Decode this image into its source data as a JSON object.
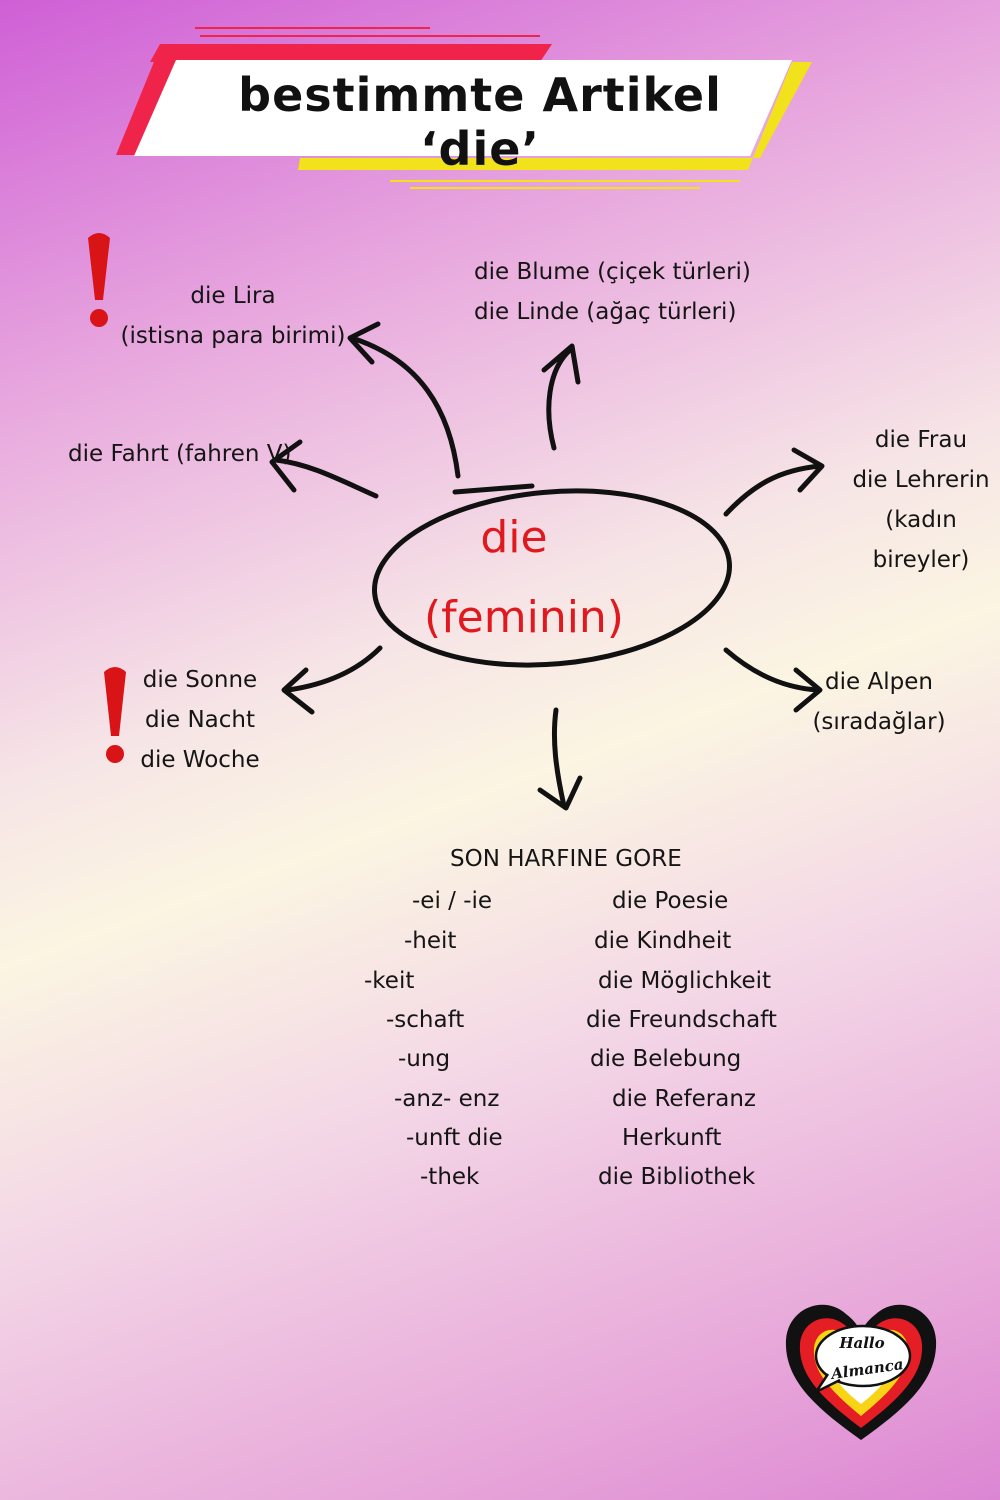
{
  "title": "bestimmte Artikel ‘die’",
  "center": {
    "article": "die",
    "gender": "(feminin)"
  },
  "nodes": {
    "lira": {
      "line1": "die Lira",
      "line2": "(istisna para birimi)"
    },
    "blume": {
      "line1": "die Blume (çiçek türleri)",
      "line2": "die Linde (ağaç türleri)"
    },
    "fahrt": {
      "line1": "die Fahrt (fahren V)"
    },
    "frau": {
      "line1": "die Frau",
      "line2": "die Lehrerin",
      "line3": "(kadın",
      "line4": "bireyler)"
    },
    "sonne": {
      "line1": "die Sonne",
      "line2": "die Nacht",
      "line3": "die Woche"
    },
    "alpen": {
      "line1": "die Alpen",
      "line2": "(sıradağlar)"
    }
  },
  "endings": {
    "heading": "SON HARFINE GORE",
    "rows": [
      {
        "suffix": "-ei / -ie",
        "example": "die Poesie"
      },
      {
        "suffix": "-heit",
        "example": "die Kindheit"
      },
      {
        "suffix": "-keit",
        "example": "die Möglichkeit"
      },
      {
        "suffix": "-schaft",
        "example": "die Freundschaft"
      },
      {
        "suffix": "-ung",
        "example": "die Belebung"
      },
      {
        "suffix": "-anz- enz",
        "example": "die Referanz"
      },
      {
        "suffix": "-unft die",
        "example": "Herkunft"
      },
      {
        "suffix": "-thek",
        "example": "die Bibliothek"
      }
    ]
  },
  "logo": {
    "line1": "Hallo",
    "line2": "Almanca"
  },
  "colors": {
    "accent_red": "#e0191f",
    "banner_red": "#f0244a",
    "banner_yellow": "#f2e21c",
    "banner_white": "#ffffff",
    "warning_red": "#d81416"
  }
}
